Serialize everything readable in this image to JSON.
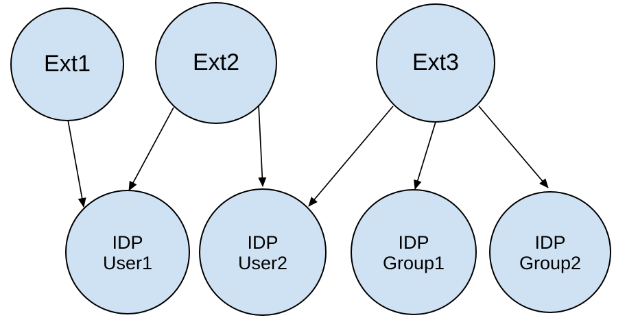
{
  "diagram": {
    "kind": "entity-mapping-graph",
    "background": "#ffffff",
    "node_fill": "#cfe2f3",
    "node_stroke": "#000000",
    "edge_color": "#000000",
    "text_color": "#000000"
  },
  "nodes": {
    "ext1": {
      "label": "Ext1"
    },
    "ext2": {
      "label": "Ext2"
    },
    "ext3": {
      "label": "Ext3"
    },
    "idp_user1": {
      "line1": "IDP",
      "line2": "User1"
    },
    "idp_user2": {
      "line1": "IDP",
      "line2": "User2"
    },
    "idp_group1": {
      "line1": "IDP",
      "line2": "Group1"
    },
    "idp_group2": {
      "line1": "IDP",
      "line2": "Group2"
    }
  },
  "edges": [
    {
      "from": "Ext1",
      "to": "IDP User1"
    },
    {
      "from": "Ext2",
      "to": "IDP User1"
    },
    {
      "from": "Ext2",
      "to": "IDP User2"
    },
    {
      "from": "Ext3",
      "to": "IDP User2"
    },
    {
      "from": "Ext3",
      "to": "IDP Group1"
    },
    {
      "from": "Ext3",
      "to": "IDP Group2"
    }
  ]
}
